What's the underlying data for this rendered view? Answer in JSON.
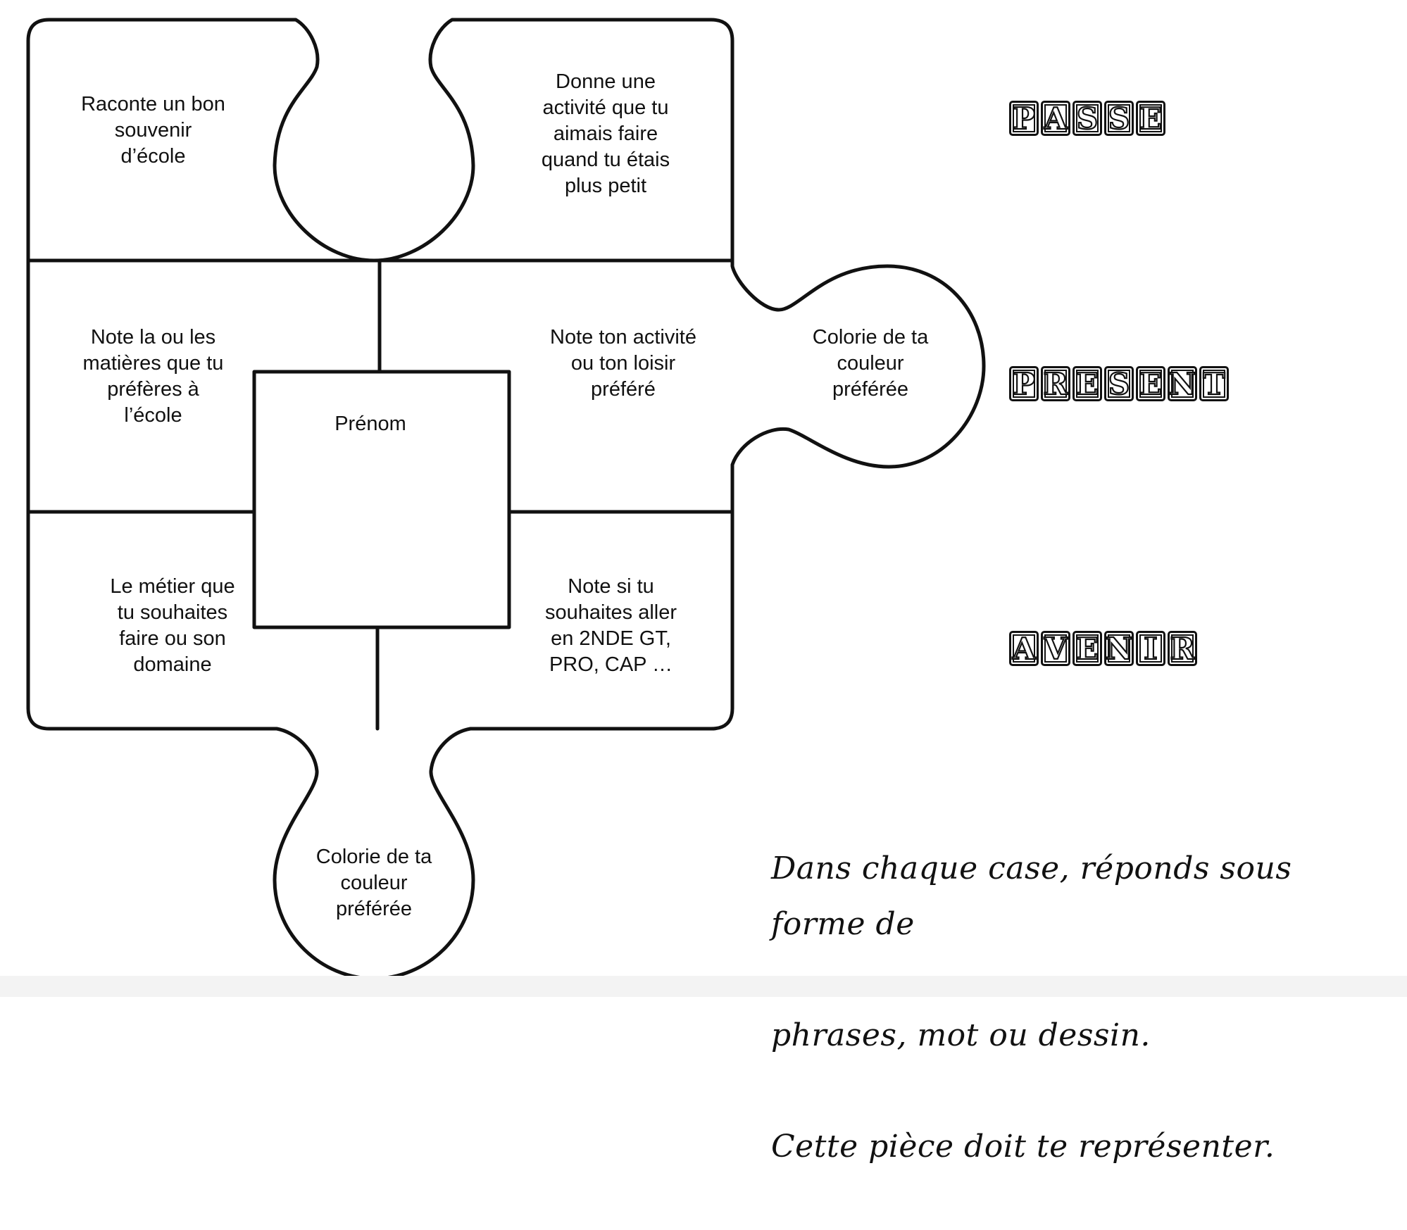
{
  "puzzle": {
    "top_left": "Raconte un bon\nsouvenir\nd’école",
    "top_right": "Donne une\nactivité que tu\naimais faire\nquand tu étais\nplus petit",
    "middle_left": "Note la ou les\nmatières que tu\npréfères à\nl’école",
    "middle_right": "Note ton activité\nou ton loisir\npréféré",
    "center": "Prénom",
    "right_tab": "Colorie de ta\ncouleur\npréférée",
    "bottom_left": "Le métier que\ntu souhaites\nfaire ou son\ndomaine",
    "bottom_right": "Note si tu\nsouhaites aller\nen 2NDE GT,\nPRO, CAP …",
    "bottom_tab": "Colorie de ta\ncouleur\npréférée"
  },
  "sections": [
    {
      "label": "PASSE",
      "letters": [
        "P",
        "A",
        "S",
        "S",
        "E"
      ]
    },
    {
      "label": "PRESENT",
      "letters": [
        "P",
        "R",
        "E",
        "S",
        "E",
        "N",
        "T"
      ]
    },
    {
      "label": "AVENIR",
      "letters": [
        "A",
        "V",
        "E",
        "N",
        "I",
        "R"
      ]
    }
  ],
  "instructions": {
    "line1": "Dans chaque case, réponds sous forme de",
    "line2": "phrases, mot ou dessin.",
    "line3": "Cette pièce doit te représenter."
  }
}
